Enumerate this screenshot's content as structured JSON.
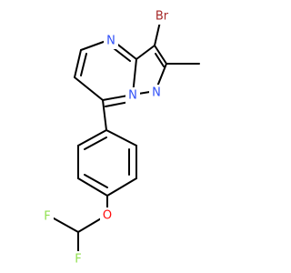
{
  "molecule": {
    "atoms": {
      "bromine": {
        "label": "Br",
        "color": "#a62929"
      },
      "n_pyrimidine": {
        "label": "N",
        "color": "#3050f8"
      },
      "n_bridgehead": {
        "label": "N",
        "color": "#3050f8"
      },
      "n_pyrazole": {
        "label": "N",
        "color": "#3050f8"
      },
      "oxygen": {
        "label": "O",
        "color": "#ff0d0d"
      },
      "fluorine_left": {
        "label": "F",
        "color": "#90e050"
      },
      "fluorine_right": {
        "label": "F",
        "color": "#90e050"
      }
    },
    "bond_color": "#000000",
    "background": "#ffffff"
  }
}
